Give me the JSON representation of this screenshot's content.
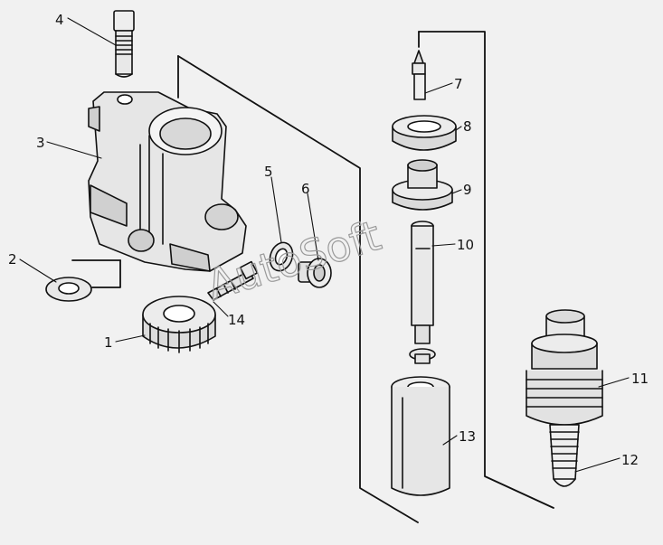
{
  "watermark": "AutoSoft",
  "callouts": [
    {
      "id": "1",
      "label": "1"
    },
    {
      "id": "2",
      "label": "2"
    },
    {
      "id": "3",
      "label": "3"
    },
    {
      "id": "4",
      "label": "4"
    },
    {
      "id": "5",
      "label": "5"
    },
    {
      "id": "6",
      "label": "6"
    },
    {
      "id": "7",
      "label": "7"
    },
    {
      "id": "8",
      "label": "8"
    },
    {
      "id": "9",
      "label": "9"
    },
    {
      "id": "10",
      "label": "10"
    },
    {
      "id": "11",
      "label": "11"
    },
    {
      "id": "12",
      "label": "12"
    },
    {
      "id": "13",
      "label": "13"
    },
    {
      "id": "14",
      "label": "14"
    }
  ],
  "colors": {
    "ink": "#111111",
    "background": "#f1f1f1",
    "watermark": "#9a9a9a"
  }
}
